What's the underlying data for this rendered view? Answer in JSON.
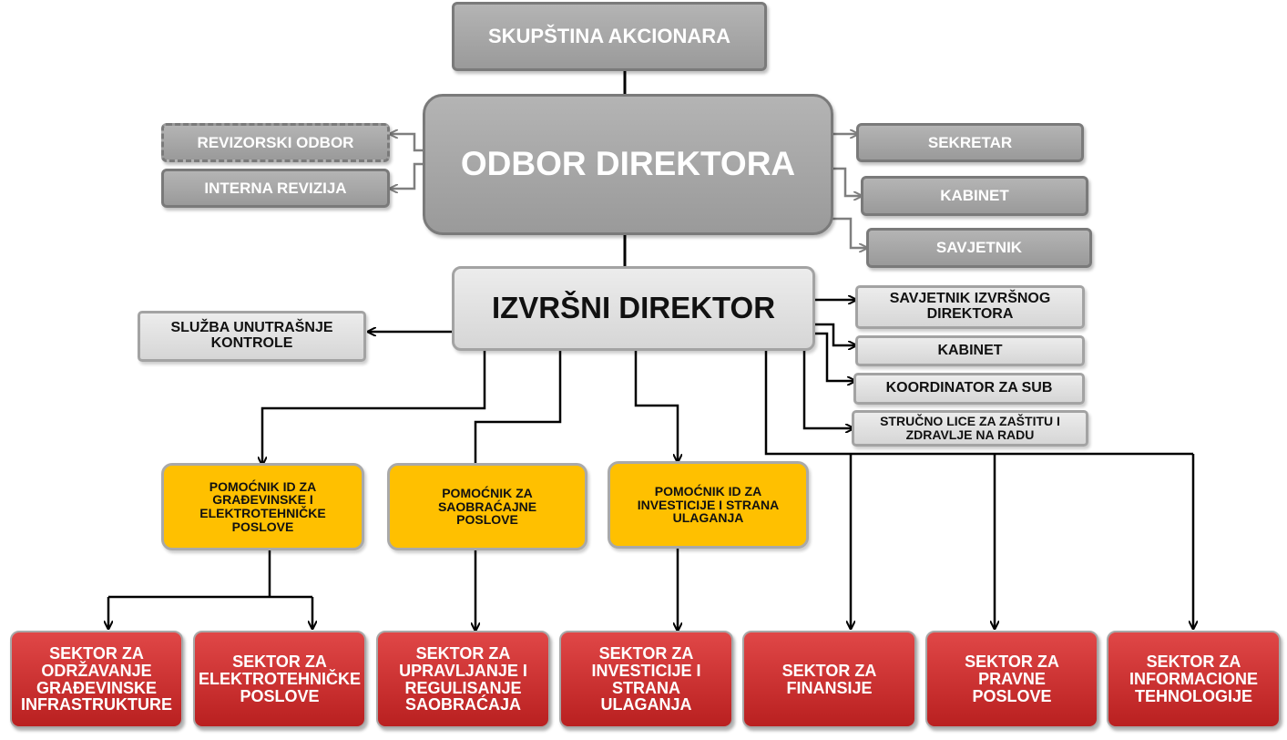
{
  "top": {
    "shareholders": "SKUPŠTINA AKCIONARA",
    "board": "ODBOR DIREKTORA",
    "audit_committee": "REVIZORSKI ODBOR",
    "internal_audit": "INTERNA REVIZIJA",
    "secretary": "SEKRETAR",
    "board_cabinet": "KABINET",
    "board_advisor": "SAVJETNIK"
  },
  "executive": {
    "director": "IZVRŠNI DIREKTOR",
    "internal_control": "SLUŽBA UNUTRAŠNJE KONTROLE",
    "advisor": "SAVJETNIK IZVRŠNOG DIREKTORA",
    "cabinet": "KABINET",
    "coordinator": "KOORDINATOR ZA SUB",
    "safety_officer": "STRUČNO LICE ZA ZAŠTITU I ZDRAVLJE NA RADU"
  },
  "assistants": [
    "POMOĆNIK ID ZA GRAĐEVINSKE I ELEKTROTEHNIČKE POSLOVE",
    "POMOĆNIK ZA SAOBRAĆAJNE POSLOVE",
    "POMOĆNIK ID ZA INVESTICIJE I STRANA ULAGANJA"
  ],
  "sectors": [
    "SEKTOR ZA ODRŽAVANJE GRAĐEVINSKE INFRASTRUKTURE",
    "SEKTOR ZA ELEKTROTEHNIČKE POSLOVE",
    "SEKTOR ZA UPRAVLJANJE I REGULISANJE SAOBRAĆAJA",
    "SEKTOR ZA INVESTICIJE I STRANA ULAGANJA",
    "SEKTOR ZA FINANSIJE",
    "SEKTOR ZA PRAVNE POSLOVE",
    "SEKTOR ZA INFORMACIONE TEHNOLOGIJE"
  ],
  "colors": {
    "board_gray": "#a6a6a6",
    "executive_light": "#d9d9d9",
    "assistant_yellow": "#ffc000",
    "sector_red": "#c0272d"
  }
}
